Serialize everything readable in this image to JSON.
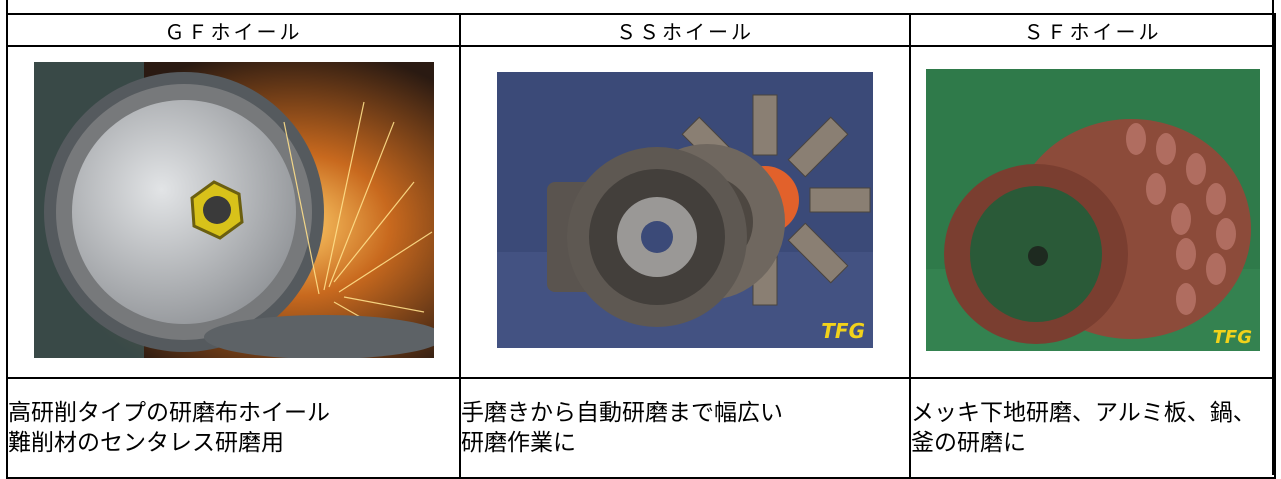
{
  "products": [
    {
      "name": "ＧＦホイール",
      "image_alt": "GF wheel grinding with sparks",
      "desc_line1": "高研削タイプの研磨布ホイール",
      "desc_line2": "難削材のセンタレス研磨用"
    },
    {
      "name": "ＳＳホイール",
      "image_alt": "SS wheels on blue background",
      "logo": "TFG",
      "desc_line1": "手磨きから自動研磨まで幅広い",
      "desc_line2": "研磨作業に"
    },
    {
      "name": "ＳＦホイール",
      "image_alt": "SF flap wheel on green background",
      "logo": "TFG",
      "desc_line1": "メッキ下地研磨、アルミ板、鍋、",
      "desc_line2": "釜の研磨に"
    }
  ],
  "colors": {
    "border": "#000000",
    "ss_background": "#3b4a78",
    "sf_background": "#2f7a4a",
    "logo": "#f2d21a"
  }
}
